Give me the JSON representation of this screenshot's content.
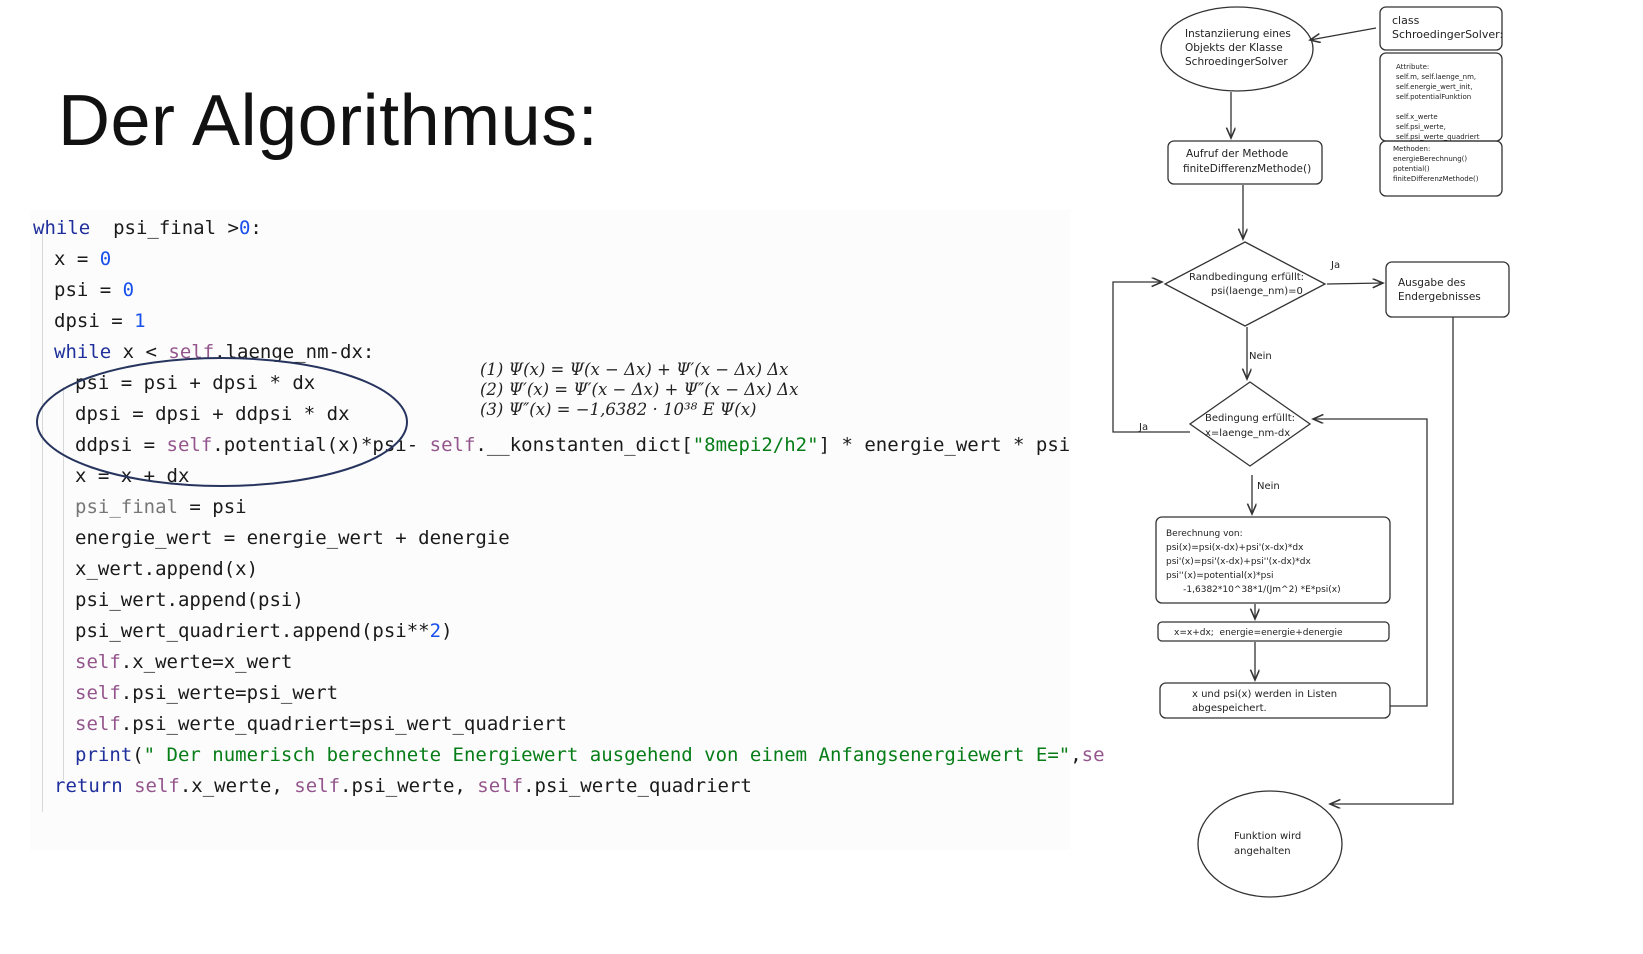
{
  "slide": {
    "title": "Der Algorithmus:"
  },
  "code": {
    "lines": [
      {
        "parts": [
          [
            "kw",
            "while"
          ],
          [
            "",
            "  psi_final "
          ],
          [
            "",
            ">"
          ],
          [
            "num",
            "0"
          ],
          [
            "",
            ":"
          ]
        ]
      },
      {
        "parts": [
          [
            "",
            "x = "
          ],
          [
            "num",
            "0"
          ]
        ]
      },
      {
        "parts": [
          [
            "",
            "psi = "
          ],
          [
            "num",
            "0"
          ]
        ]
      },
      {
        "parts": [
          [
            "",
            "dpsi = "
          ],
          [
            "num",
            "1"
          ]
        ]
      },
      {
        "parts": [
          [
            "kw",
            "while"
          ],
          [
            "",
            " x < "
          ],
          [
            "slf",
            "self"
          ],
          [
            "",
            ".laenge_nm-dx:"
          ]
        ]
      },
      {
        "parts": [
          [
            "",
            "psi = psi + dpsi * dx"
          ]
        ]
      },
      {
        "parts": [
          [
            "",
            "dpsi = dpsi + ddpsi * dx"
          ]
        ]
      },
      {
        "parts": [
          [
            "",
            "ddpsi = "
          ],
          [
            "slf",
            "self"
          ],
          [
            "",
            ".potential(x)*psi- "
          ],
          [
            "slf",
            "self"
          ],
          [
            "",
            ".__konstanten_dict["
          ],
          [
            "str",
            "\"8mepi2/h2\""
          ],
          [
            "",
            "] * energie_wert * psi"
          ]
        ]
      },
      {
        "parts": [
          [
            "",
            "x = x + dx"
          ]
        ]
      },
      {
        "parts": [
          [
            "grey",
            "psi_final"
          ],
          [
            "",
            " = psi"
          ]
        ]
      },
      {
        "parts": [
          [
            "",
            "energie_wert = energie_wert + denergie"
          ]
        ]
      },
      {
        "parts": [
          [
            "",
            "x_wert.append(x)"
          ]
        ]
      },
      {
        "parts": [
          [
            "",
            "psi_wert.append(psi)"
          ]
        ]
      },
      {
        "parts": [
          [
            "",
            "psi_wert_quadriert.append(psi**"
          ],
          [
            "num",
            "2"
          ],
          [
            "",
            ")"
          ]
        ]
      },
      {
        "parts": [
          [
            "slf",
            "self"
          ],
          [
            "",
            ".x_werte=x_wert"
          ]
        ]
      },
      {
        "parts": [
          [
            "slf",
            "self"
          ],
          [
            "",
            ".psi_werte=psi_wert"
          ]
        ]
      },
      {
        "parts": [
          [
            "slf",
            "self"
          ],
          [
            "",
            ".psi_werte_quadriert=psi_wert_quadriert"
          ]
        ]
      },
      {
        "parts": [
          [
            "kw",
            "print"
          ],
          [
            "",
            "("
          ],
          [
            "str",
            "\" Der numerisch berechnete Energiewert ausgehend von einem Anfangsenergiewert E=\""
          ],
          [
            "",
            ","
          ],
          [
            "slf",
            "se"
          ]
        ]
      },
      {
        "parts": [
          [
            "kw",
            "return"
          ],
          [
            "",
            " "
          ],
          [
            "slf",
            "self"
          ],
          [
            "",
            ".x_werte, "
          ],
          [
            "slf",
            "self"
          ],
          [
            "",
            ".psi_werte, "
          ],
          [
            "slf",
            "self"
          ],
          [
            "",
            ".psi_werte_quadriert"
          ]
        ]
      }
    ]
  },
  "equations": [
    "(1) Ψ(x) = Ψ(x − Δx) + Ψ′(x − Δx) Δx",
    "(2) Ψ′(x) = Ψ′(x − Δx) + Ψ″(x − Δx) Δx",
    "(3) Ψ″(x) = −1,6382 · 10³⁸ E Ψ(x)"
  ],
  "flowchart": {
    "start_node": [
      "Instanziierung eines",
      "Objekts der Klasse",
      "SchroedingerSolver"
    ],
    "class_box": {
      "title": [
        "class",
        "SchroedingerSolver:"
      ],
      "attributes": [
        "Attribute:",
        "self.m, self.laenge_nm,",
        "self.energie_wert_init,",
        "self.potentialFunktion",
        "",
        "self.x_werte",
        "self.psi_werte,",
        "self.psi_werte_quadriert"
      ],
      "methods": [
        "Methoden:",
        "energieBerechnung()",
        "potential()",
        "finiteDifferenzMethode()"
      ]
    },
    "call_method": [
      "Aufruf der Methode",
      "finiteDifferenzMethode()"
    ],
    "decision1": [
      "Randbedingung erfüllt:",
      "psi(laenge_nm)=0"
    ],
    "output_box": [
      "Ausgabe des",
      "Endergebnisses"
    ],
    "decision2": [
      "Bedingung erfüllt:",
      "x=laenge_nm-dx"
    ],
    "calc_box": [
      "Berechnung von:",
      "psi(x)=psi(x-dx)+psi'(x-dx)*dx",
      "psi'(x)=psi'(x-dx)+psi''(x-dx)*dx",
      "psi''(x)=potential(x)*psi",
      "      -1,6382*10^38*1/(Jm^2) *E*psi(x)"
    ],
    "update_box": "x=x+dx;  energie=energie+denergie",
    "store_box": [
      "x und psi(x) werden in Listen",
      "abgespeichert."
    ],
    "end_node": [
      "Funktion wird",
      "angehalten"
    ],
    "labels": {
      "yes1": "Ja",
      "no1": "Nein",
      "yes2": "Ja",
      "no2": "Nein"
    }
  }
}
